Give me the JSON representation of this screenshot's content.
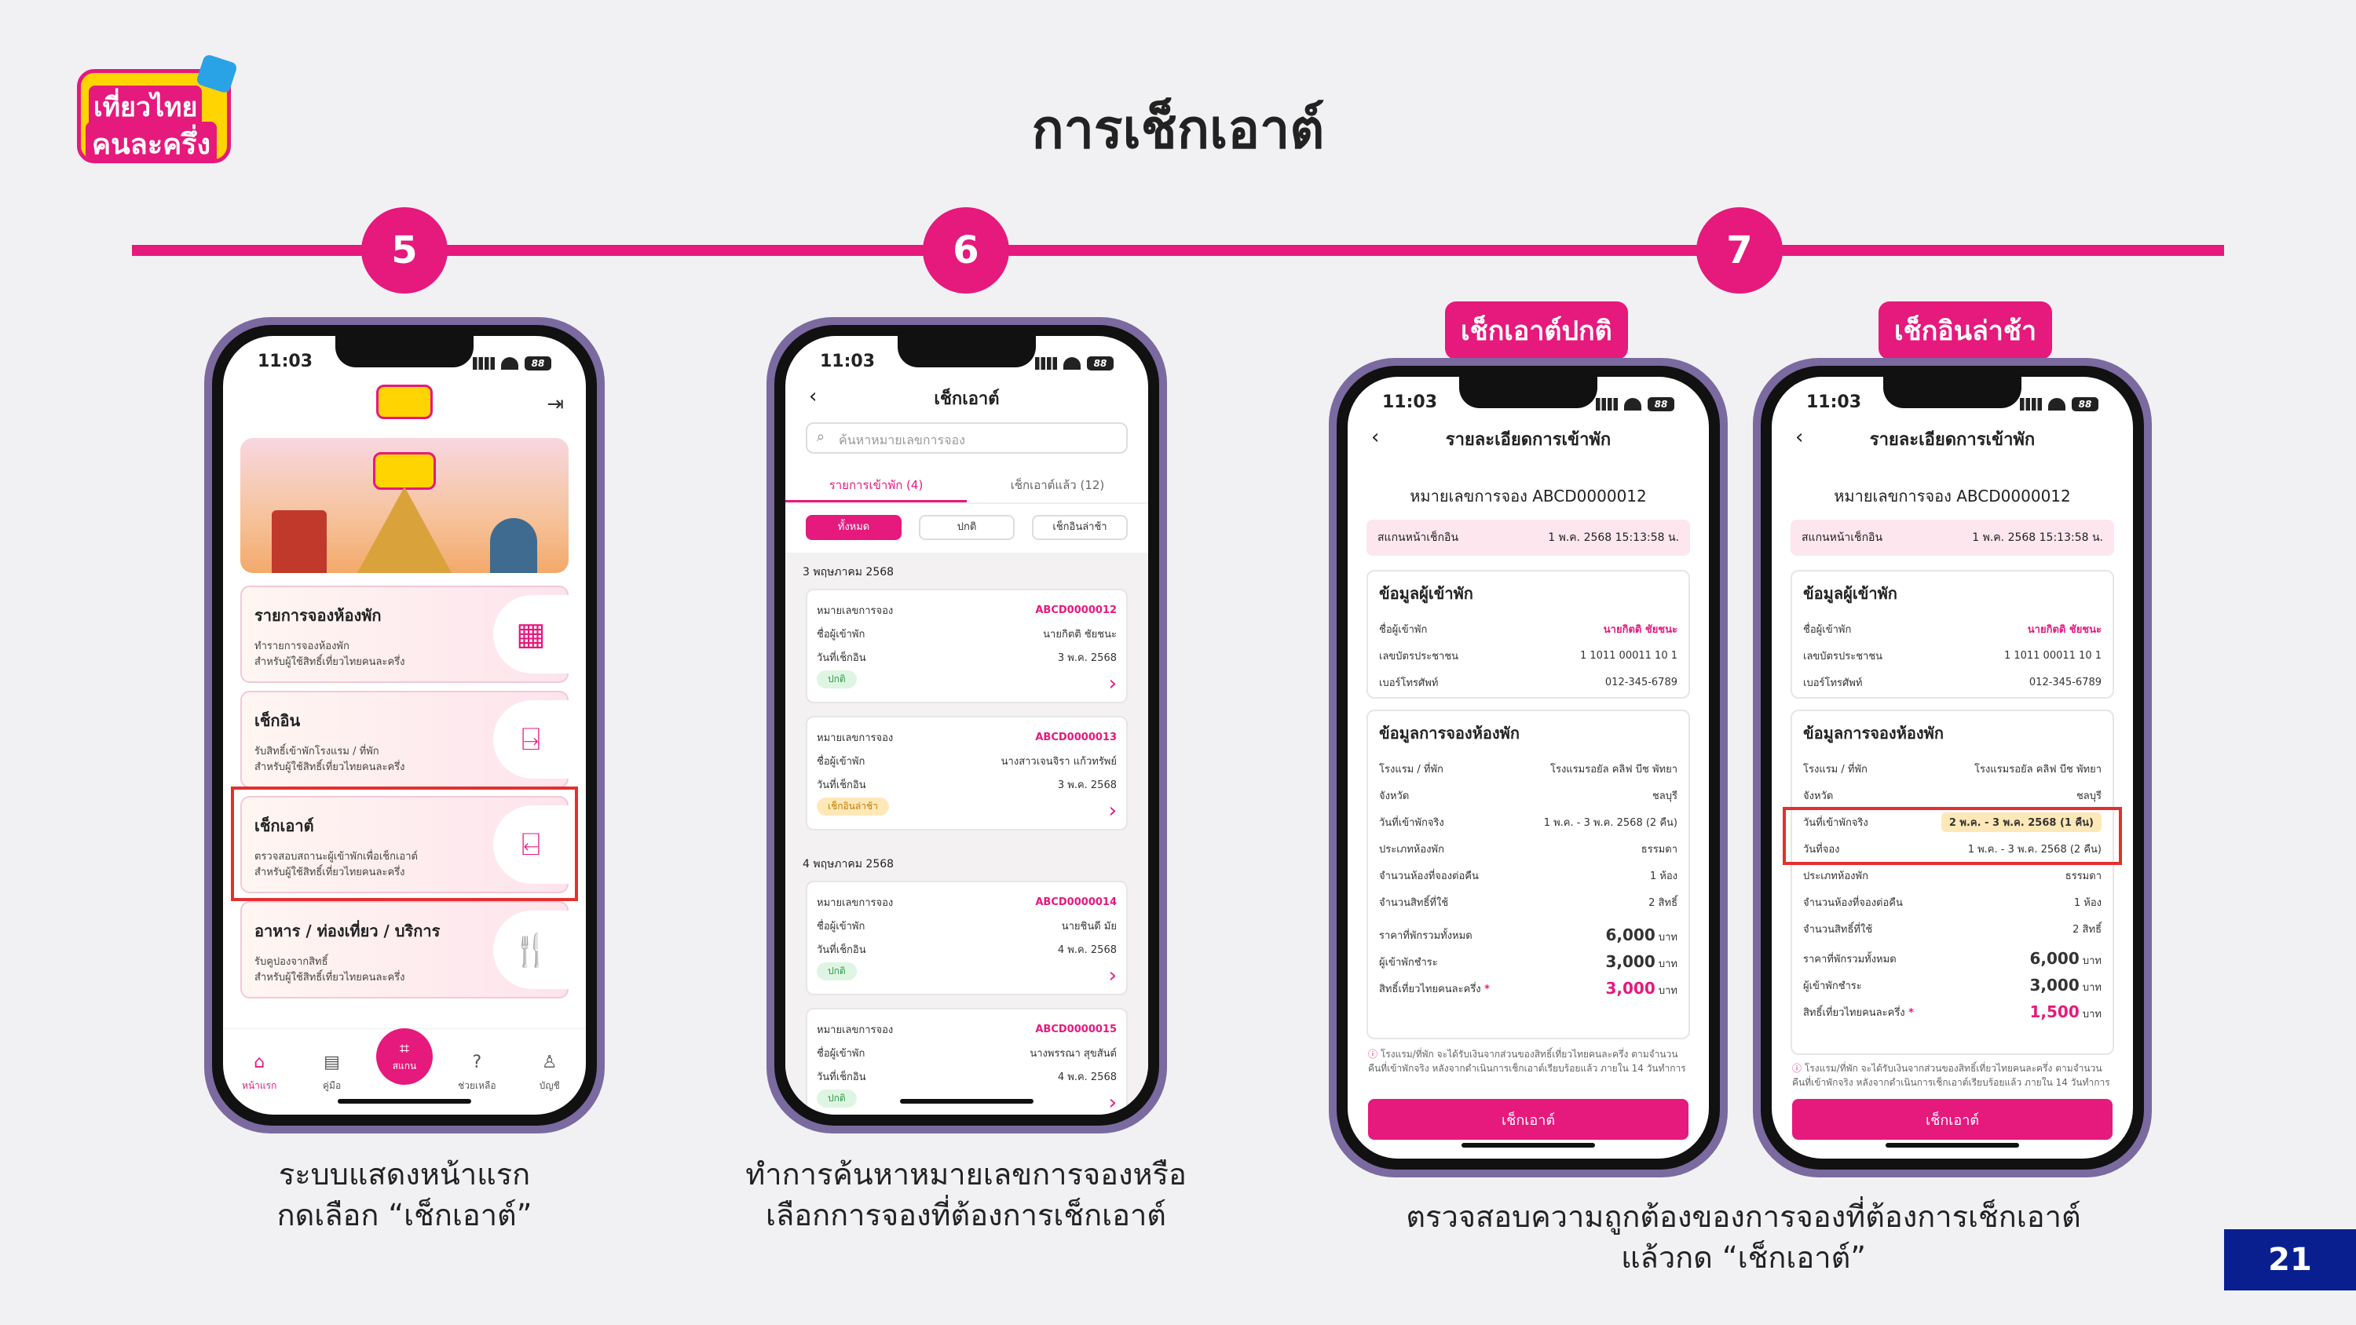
{
  "slide": {
    "logo_line1": "เที่ยวไทย",
    "logo_line2": "คนละครึ่ง",
    "title": "การเช็กเอาต์",
    "steps": [
      "5",
      "6",
      "7"
    ],
    "labels": {
      "normal": "เช็กเอาต์ปกติ",
      "late": "เช็กอินล่าช้า"
    },
    "captions": {
      "c5_line1": "ระบบแสดงหน้าแรก",
      "c5_line2": "กดเลือก “เช็กเอาต์”",
      "c6_line1": "ทำการค้นหาหมายเลขการจองหรือ",
      "c6_line2": "เลือกการจองที่ต้องการเช็กเอาต์",
      "c7_line1": "ตรวจสอบความถูกต้องของการจองที่ต้องการเช็กเอาต์",
      "c7_line2": "แล้วกด “เช็กเอาต์”"
    },
    "page_number": "21",
    "colors": {
      "brand": "#e6197d",
      "highlight": "#e3302f",
      "page_box": "#0a1f8f"
    }
  },
  "status": {
    "time": "11:03",
    "battery": "88"
  },
  "home": {
    "menu": [
      {
        "title": "รายการจองห้องพัก",
        "sub1": "ทำรายการจองห้องพัก",
        "sub2": "สำหรับผู้ใช้สิทธิ์เที่ยวไทยคนละครึ่ง",
        "icon": "calendar-icon"
      },
      {
        "title": "เช็กอิน",
        "sub1": "รับสิทธิ์เข้าพักโรงแรม / ที่พัก",
        "sub2": "สำหรับผู้ใช้สิทธิ์เที่ยวไทยคนละครึ่ง",
        "icon": "door-enter-icon"
      },
      {
        "title": "เช็กเอาต์",
        "sub1": "ตรวจสอบสถานะผู้เข้าพักเพื่อเช็กเอาต์",
        "sub2": "สำหรับผู้ใช้สิทธิ์เที่ยวไทยคนละครึ่ง",
        "icon": "door-exit-icon"
      },
      {
        "title": "อาหาร / ท่องเที่ยว / บริการ",
        "sub1": "รับคูปองจากสิทธิ์",
        "sub2": "สำหรับผู้ใช้สิทธิ์เที่ยวไทยคนละครึ่ง",
        "icon": "food-icon"
      }
    ],
    "tabs": [
      "หน้าแรก",
      "คู่มือ",
      "สแกน",
      "ช่วยเหลือ",
      "บัญชี"
    ]
  },
  "checkout_list": {
    "header": "เช็กเอาต์",
    "search_placeholder": "ค้นหาหมายเลขการจอง",
    "tabs": [
      "รายการเข้าพัก (4)",
      "เช็กเอาต์แล้ว (12)"
    ],
    "chips": [
      "ทั้งหมด",
      "ปกติ",
      "เช็กอินล่าช้า"
    ],
    "date1": "3 พฤษภาคม 2568",
    "date2": "4 พฤษภาคม 2568",
    "field_labels": {
      "booking": "หมายเลขการจอง",
      "guest": "ชื่อผู้เข้าพัก",
      "checkin": "วันที่เช็กอิน"
    },
    "bookings": [
      {
        "no": "ABCD0000012",
        "guest": "นายกิตติ ชัยชนะ",
        "date": "3 พ.ค. 2568",
        "status": "ปกติ"
      },
      {
        "no": "ABCD0000013",
        "guest": "นางสาวเจนจิรา แก้วทรัพย์",
        "date": "3 พ.ค. 2568",
        "status": "เช็กอินล่าช้า"
      },
      {
        "no": "ABCD0000014",
        "guest": "นายชินดี มัย",
        "date": "4 พ.ค. 2568",
        "status": "ปกติ"
      },
      {
        "no": "ABCD0000015",
        "guest": "นางพรรณา สุขสันต์",
        "date": "4 พ.ค. 2568",
        "status": "ปกติ"
      }
    ]
  },
  "detail": {
    "header": "รายละเอียดการเข้าพัก",
    "booking_no": "หมายเลขการจอง ABCD0000012",
    "scan_label": "สแกนหน้าเช็กอิน",
    "scan_time": "1 พ.ค. 2568 15:13:58 น.",
    "guest_title": "ข้อมูลผู้เข้าพัก",
    "guest_name_label": "ชื่อผู้เข้าพัก",
    "guest_name": "นายกิตติ ชัยชนะ",
    "id_label": "เลขบัตรประชาชน",
    "id_value": "1 1011 00011 10 1",
    "phone_label": "เบอร์โทรศัพท์",
    "phone_value": "012-345-6789",
    "room_title": "ข้อมูลการจองห้องพัก",
    "hotel_label": "โรงแรม / ที่พัก",
    "hotel_value": "โรงแรมรอยัล คลิฟ บีช พัทยา",
    "province_label": "จังหวัด",
    "province_value": "ชลบุรี",
    "actual_label": "วันที่เข้าพักจริง",
    "actual_normal": "1 พ.ค. - 3 พ.ค. 2568 (2 คืน)",
    "actual_late": "2 พ.ค. - 3 พ.ค. 2568 (1 คืน)",
    "booked_label": "วันที่จอง",
    "booked_value": "1 พ.ค. - 3 พ.ค. 2568 (2 คืน)",
    "roomtype_label": "ประเภทห้องพัก",
    "roomtype_value": "ธรรมดา",
    "rooms_label": "จำนวนห้องที่จองต่อคืน",
    "rooms_value": "1 ห้อง",
    "rights_label": "จำนวนสิทธิ์ที่ใช้",
    "rights_value": "2 สิทธิ์",
    "total_label": "ราคาที่พักรวมทั้งหมด",
    "total_value": "6,000",
    "pay_label": "ผู้เข้าพักชำระ",
    "pay_value": "3,000",
    "subsidy_label": "สิทธิ์เที่ยวไทยคนละครึ่ง",
    "subsidy_normal": "3,000",
    "subsidy_late": "1,500",
    "baht": "บาท",
    "note": "โรงแรม/ที่พัก จะได้รับเงินจากส่วนของสิทธิ์เที่ยวไทยคนละครึ่ง ตามจำนวนคืนที่เข้าพักจริง หลังจากดำเนินการเช็กเอาต์เรียบร้อยแล้ว ภายใน 14 วันทำการ",
    "button": "เช็กเอาต์"
  }
}
